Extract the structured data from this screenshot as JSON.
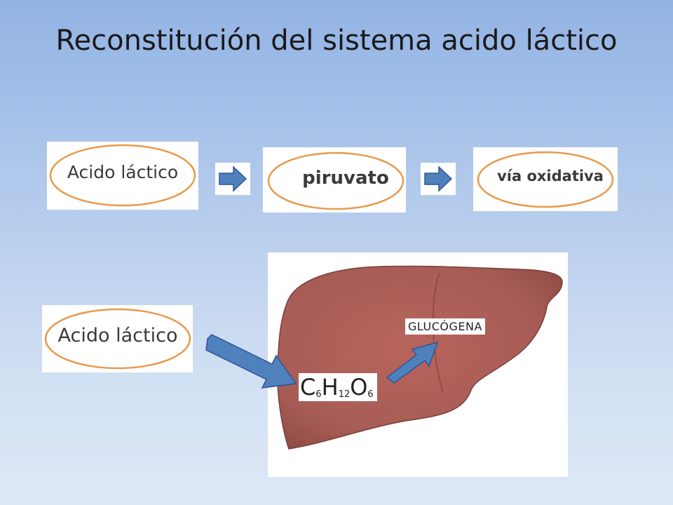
{
  "slide": {
    "title": "Reconstitución del sistema acido láctico"
  },
  "flow": {
    "steps": [
      "Acido láctico",
      "piruvato",
      "vía oxidativa"
    ],
    "step_labels": {
      "step1": "Acido láctico",
      "step2": "piruvato",
      "step3": "vía oxidativa"
    }
  },
  "lower": {
    "source_label": "Acido láctico",
    "glycogen_label": "GLUCÓGENA",
    "formula": {
      "c": "C",
      "c_sub": "6",
      "h": "H",
      "h_sub": "12",
      "o": "O",
      "o_sub": "6"
    }
  },
  "colors": {
    "ellipse": "#e89a4c",
    "arrow_fill": "#4f81bd",
    "arrow_stroke": "#2f5597",
    "liver": "#b06a5e"
  },
  "icons": {
    "arrow": "right-arrow-icon",
    "liver": "liver-illustration"
  }
}
